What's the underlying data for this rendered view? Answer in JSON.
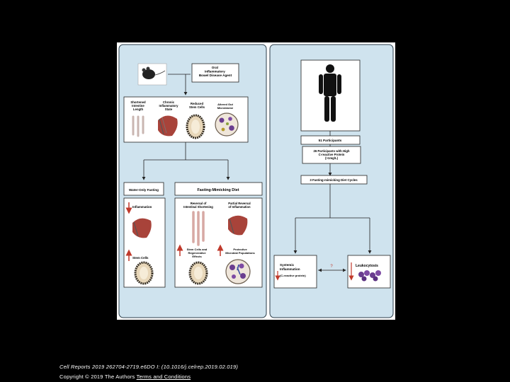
{
  "figure": {
    "colors": {
      "panel": "#cfe3ee",
      "panel_border": "#2c3e4a",
      "box_border": "#222222",
      "arrow_up": "#c0392b",
      "arrow_down": "#c0392b",
      "tissue_red": "#a8433a",
      "stem_ring": "#3a3226",
      "microbe_purple": "#6a3d8f",
      "silhouette": "#111111"
    },
    "left": {
      "agent_label": "Oral Inflammatory Bowel Disease Agent",
      "disease_state": {
        "col1": "Shortened Intestine Length",
        "col2": "Chronic Inflammatory State",
        "col3": "Reduced Stem Cells",
        "col4": "Altered Gut Microbiome"
      },
      "water_fasting": {
        "title": "Water-Only Fasting",
        "inflammation": "Inflammation",
        "stem_cells": "Stem Cells"
      },
      "fmd": {
        "title": "Fasting-Mimicking Diet",
        "reversal_shortening": "Reversal of Intestinal Shortening",
        "partial_reversal": "Partial Reversal of Inflammation",
        "stem_regen": "Stem Cells and Regenerative Effects",
        "protective_microbial": "Protective Microbial Populations"
      }
    },
    "right": {
      "participants": "51 Participants",
      "crp_participants": "26 Participants with High C-reactive Protein (>1mg/L)",
      "cycles": "3 Fasting-mimicking Diet Cycles",
      "systemic_title": "Systemic Inflammation",
      "systemic_sub": "(C-reactive protein)",
      "question": "?",
      "leukocytosis": "Leukocytosis"
    }
  },
  "footer": {
    "citation": "Cell Reports 2019 262704-2719.e6DO I: (10.1016/j.celrep.2019.02.019)",
    "copyright": "Copyright © 2019 The Authors",
    "terms": "Terms and Conditions"
  }
}
